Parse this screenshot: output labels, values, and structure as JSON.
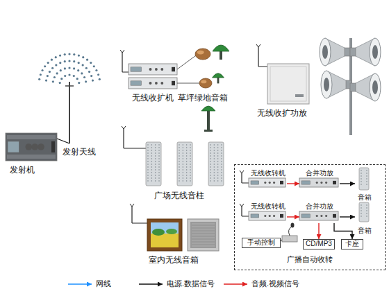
{
  "diagram": {
    "nodes": [
      {
        "text": [
          "广播自动收转"
        ]
      },
      {
        "text": [
          "无线收转机"
        ],
        "in": 0
      },
      {
        "text": [
          "合并功放"
        ],
        "in": 0
      },
      {
        "text": [
          "音箱"
        ],
        "in": 0
      },
      {
        "text": [
          "无线收转机"
        ],
        "in": 0
      },
      {
        "text": [
          "合并功放"
        ],
        "in": 0
      },
      {
        "text": [
          "音箱"
        ],
        "in": 0
      },
      {
        "text": [
          "手动控制"
        ],
        "in": 0
      },
      {
        "text": [
          "CD/MP3"
        ],
        "in": 0
      },
      {
        "text": [
          "卡座"
        ],
        "in": 0
      }
    ],
    "edges": [
      {
        "from": 1,
        "to": 2,
        "arrow": "to"
      },
      {
        "from": 2,
        "to": 3,
        "arrow": "to"
      },
      {
        "from": 4,
        "to": 5,
        "arrow": "to"
      },
      {
        "from": 5,
        "to": 6,
        "arrow": "to"
      },
      {
        "from": 5,
        "to": 8,
        "arrow": "to"
      },
      {
        "from": 5,
        "to": 9,
        "arrow": "to"
      }
    ],
    "labels": [
      "无线收扩机",
      "草坪绿地音箱",
      "无线收扩功放",
      "发射天线",
      "发射机",
      "广场无线音柱",
      "室内无线音箱"
    ],
    "legend": [
      {
        "text": "网线"
      },
      {
        "text": "电源.数据信号"
      },
      {
        "text": "音频.视频信号"
      }
    ]
  }
}
